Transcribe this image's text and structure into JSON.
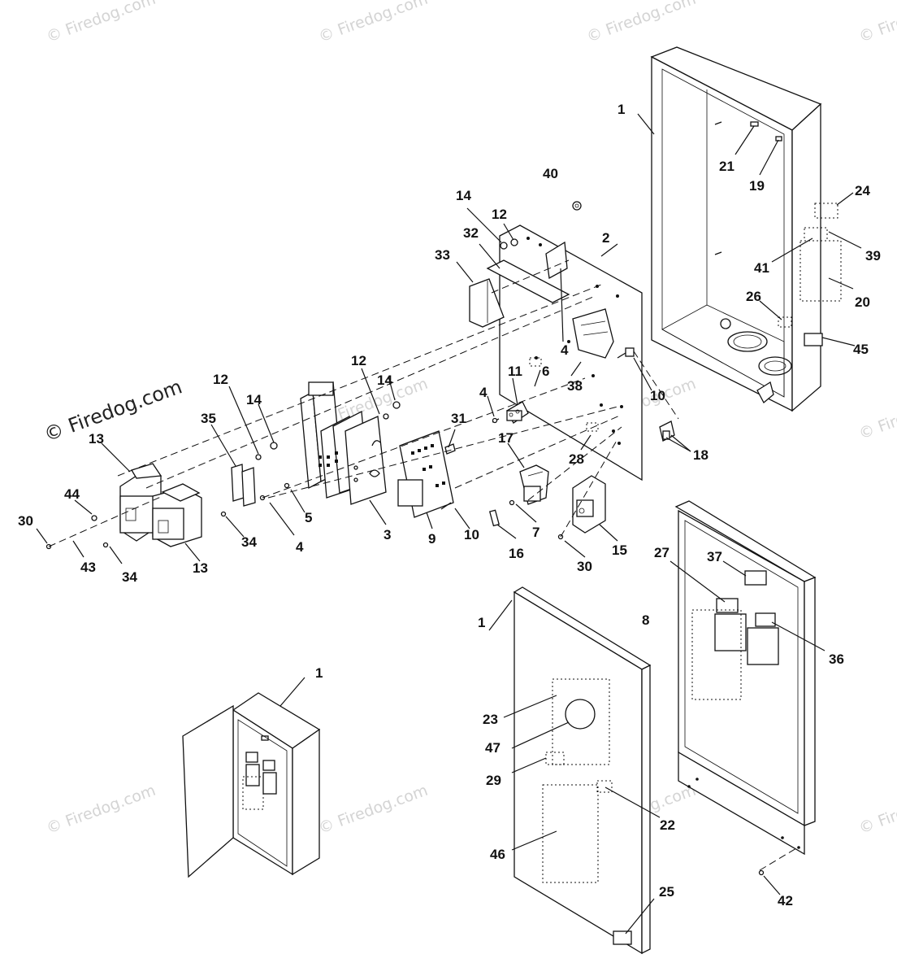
{
  "watermarks": {
    "text": "© Firedog.com",
    "main": "© Firedog.com"
  },
  "labels": {
    "p1_main": "1",
    "p21": "21",
    "p19": "19",
    "p24": "24",
    "p41": "41",
    "p39": "39",
    "p20": "20",
    "p26": "26",
    "p45": "45",
    "p40": "40",
    "p14_top": "14",
    "p12_top": "12",
    "p32": "32",
    "p2": "2",
    "p33": "33",
    "p4_mid": "4",
    "p38": "38",
    "p10_top": "10",
    "p12_mid": "12",
    "p14_mid": "14",
    "p11": "11",
    "p6": "6",
    "p4_small": "4",
    "p18": "18",
    "p12_left": "12",
    "p14_left": "14",
    "p35": "35",
    "p31": "31",
    "p17": "17",
    "p28": "28",
    "p13_top": "13",
    "p44": "44",
    "p30_left": "30",
    "p43": "43",
    "p34_left": "34",
    "p34_mid": "34",
    "p4_low": "4",
    "p5": "5",
    "p3": "3",
    "p9": "9",
    "p10_low": "10",
    "p16": "16",
    "p7": "7",
    "p30_right": "30",
    "p15": "15",
    "p13_bot": "13",
    "p1_door": "1",
    "p27": "27",
    "p37": "37",
    "p8": "8",
    "p36": "36",
    "p1_small": "1",
    "p23": "23",
    "p47": "47",
    "p29": "29",
    "p22": "22",
    "p46": "46",
    "p25": "25",
    "p42": "42"
  }
}
